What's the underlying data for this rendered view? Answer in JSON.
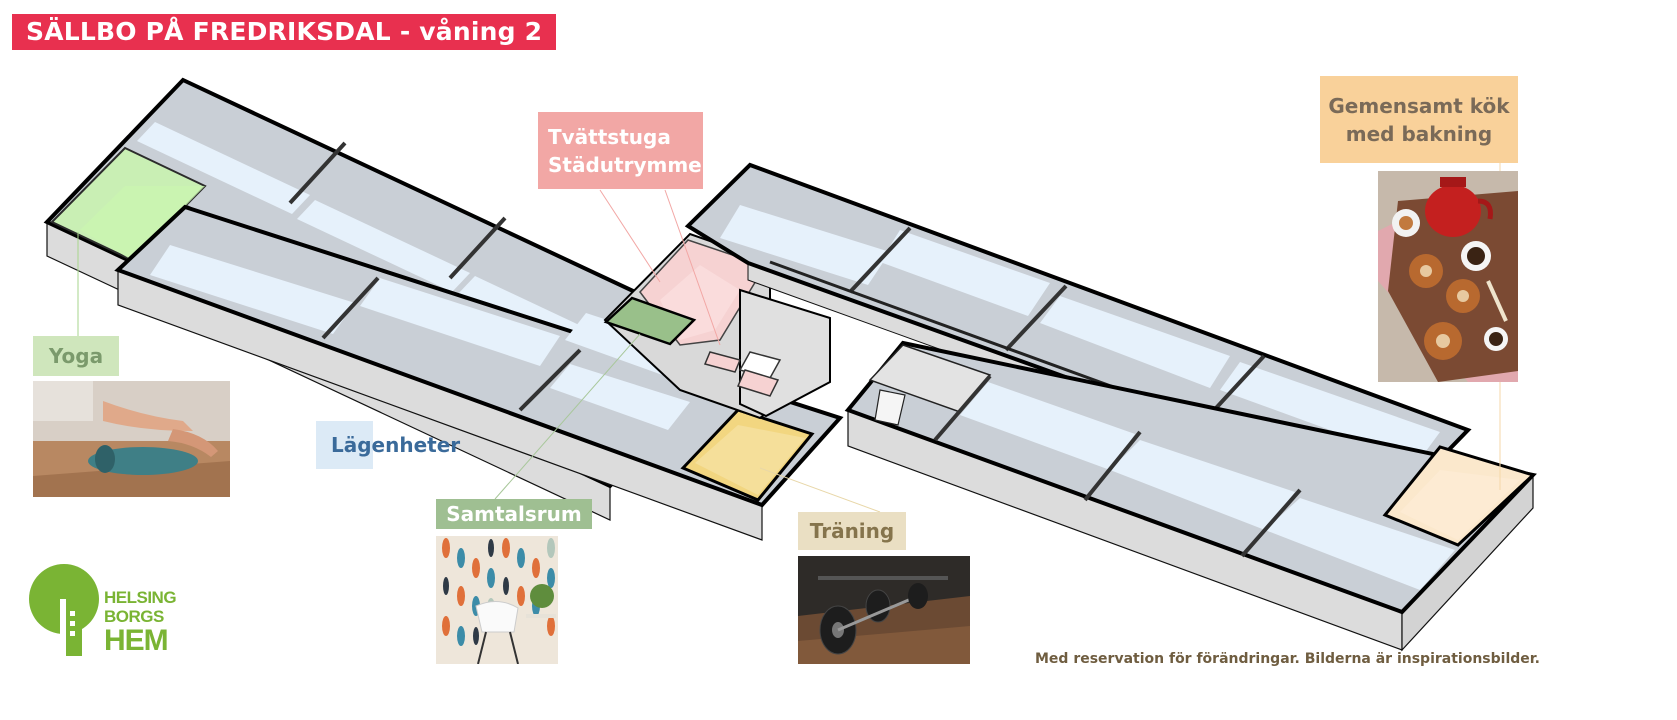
{
  "title": "SÄLLBO PÅ FREDRIKSDAL - våning 2",
  "labels": {
    "yoga": "Yoga",
    "apartments": "Lägenheter",
    "conversation_room": "Samtalsrum",
    "training": "Träning",
    "laundry_line1": "Tvättstuga",
    "laundry_line2": "Städutrymme",
    "kitchen_line1": "Gemensamt kök",
    "kitchen_line2": "med bakning"
  },
  "logo": {
    "line1": "HELSING",
    "line2": "BORGS",
    "line3": "HEM"
  },
  "disclaimer": "Med reservation för förändringar. Bilderna är inspirationsbilder.",
  "colors": {
    "title_bg": "#e8304f",
    "yoga": "#c9efb4",
    "apartment_floor": "#e6f1fb",
    "conversation_room": "#99c08a",
    "training": "#f2d680",
    "laundry": "#f6d2d2",
    "kitchen": "#fbe8cc",
    "logo_green": "#7ab434"
  },
  "icons": {
    "yoga_photo": "yoga-mat-photo",
    "conversation_photo": "patterned-wallpaper-chair-photo",
    "training_photo": "barbell-photo",
    "kitchen_photo": "coffee-and-buns-photo",
    "logo": "tree-building-logo-icon"
  }
}
